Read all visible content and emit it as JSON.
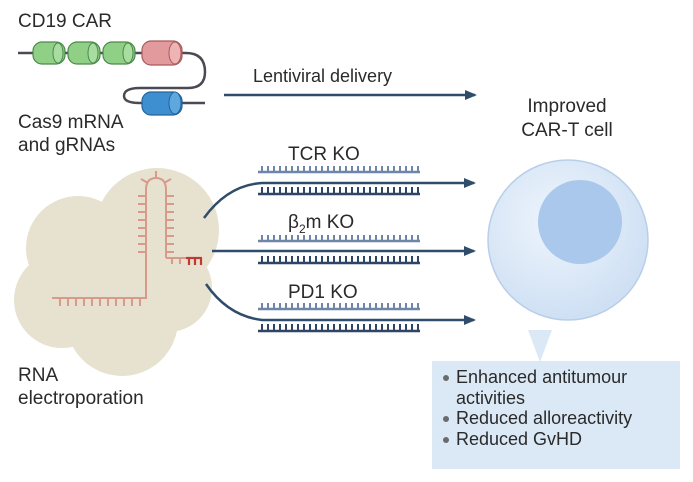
{
  "labels": {
    "construct": "CD19 CAR",
    "cas9_line1": "Cas9 mRNA",
    "cas9_line2": "and gRNAs",
    "electro_line1": "RNA",
    "electro_line2": "electroporation",
    "lentiviral": "Lentiviral delivery",
    "improved_line1": "Improved",
    "improved_line2": "CAR-T cell",
    "ko_tcr": "TCR KO",
    "ko_b2m_prefix": "β",
    "ko_b2m_sub": "2",
    "ko_b2m_suffix": "m KO",
    "ko_pd1": "PD1 KO"
  },
  "benefits": [
    "Enhanced antitumour",
    "activities",
    "Reduced alloreactivity",
    "Reduced GvHD"
  ],
  "colors": {
    "arrow": "#2f4d6b",
    "dna_top": "#6f86a8",
    "dna_bottom": "#2f4565",
    "green_domain": "#8fcf86",
    "red_domain": "#e39a9c",
    "blue_domain": "#3d8fd0",
    "blob": "#e6e2cf",
    "grna": "#d89a8a",
    "pam": "#c03a34",
    "cell_outer": "#dce9f7",
    "cell_nucleus": "#a9c8ec",
    "callout": "#dbe9f6"
  }
}
